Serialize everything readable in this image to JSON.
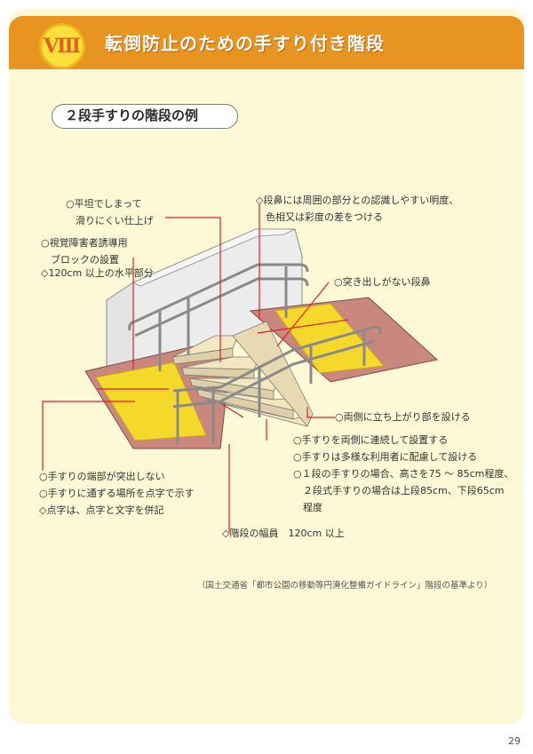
{
  "header": {
    "badge": "Ⅷ",
    "title": "転倒防止のための手すり付き階段"
  },
  "subtitle": "２段手すりの階段の例",
  "notes": {
    "slip": [
      "○平坦でしまって",
      "　滑りにくい仕上げ"
    ],
    "guide_block": [
      "○視覚障害者誘導用",
      "　ブロックの設置"
    ],
    "horizontal": [
      "◇120cm 以上の水平部分"
    ],
    "nosing_contrast": [
      "◇段鼻には周囲の部分との認識しやすい明度、",
      "　色相又は彩度の差をつける"
    ],
    "nosing_flat": [
      "○突き出しがない段鼻"
    ],
    "upstand": [
      "○両側に立ち上がり部を設ける"
    ],
    "rail_left": [
      "○手すりの端部が突出しない",
      "○手すりに通ずる場所を点字で示す",
      "◇点字は、点字と文字を併記"
    ],
    "rail_right": [
      "○手すりを両側に連続して設置する",
      "○手すりは多様な利用者に配慮して設ける",
      "○１段の手すりの場合、高さを75 ～ 85cm程度、",
      "　２段式手すりの場合は上段85cm、下段65cm",
      "　程度"
    ],
    "width": [
      "◇階段の幅員　120cm 以上"
    ]
  },
  "source": "（国土交通省「都市公園の移動等円滑化整備ガイドライン」階段の基準より）",
  "page_number": "29",
  "colors": {
    "header": "#e79420",
    "background": "#fdf8d6",
    "badge": "#fbe03c",
    "floor": "#c9877e",
    "tactile": "#f5d92a",
    "leader": "#e0202a"
  }
}
